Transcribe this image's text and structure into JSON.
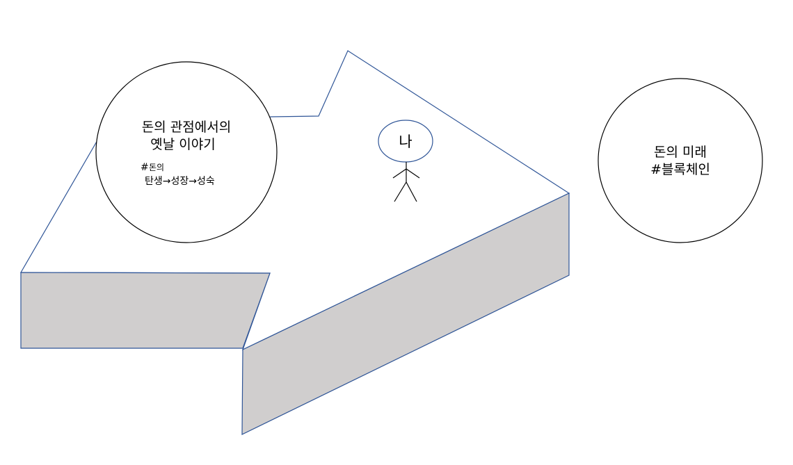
{
  "diagram": {
    "past_bubble": {
      "title_line1": "돈의 관점에서의",
      "title_line2": "옛날 이야기",
      "tag_hash": "#",
      "tag_word": "돈의",
      "tag_stages": "탄생→성장→성숙"
    },
    "me": {
      "label": "나"
    },
    "future_bubble": {
      "line1": "돈의 미래",
      "line2": "#블록체인"
    }
  },
  "colors": {
    "outline": "#2f5597",
    "arrow_top": "#ffffff",
    "arrow_side": "#d0cece",
    "circle_stroke": "#000000",
    "figure_stroke": "#000000"
  },
  "icons": {
    "person": "stick-figure-icon"
  }
}
